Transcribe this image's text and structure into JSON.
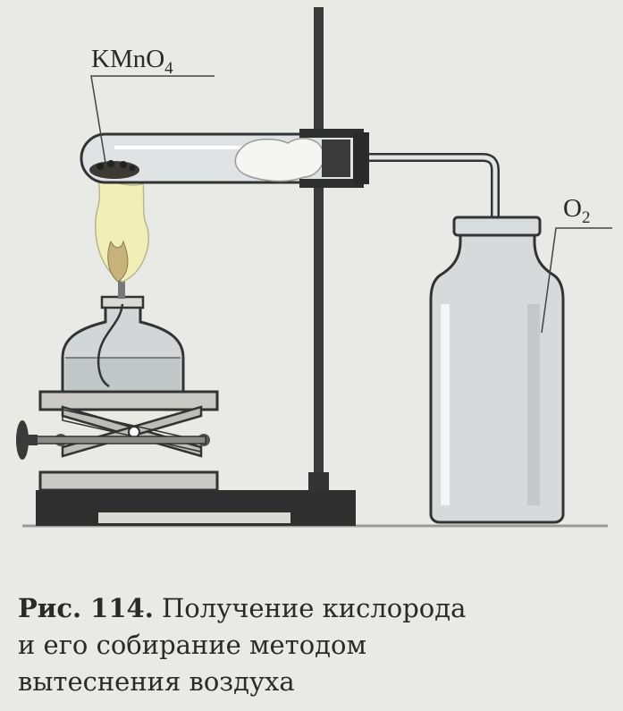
{
  "labels": {
    "reagent_main": "KMnO",
    "reagent_sub": "4",
    "gas_main": "O",
    "gas_sub": "2"
  },
  "caption": {
    "number": "Рис. 114.",
    "line1": "Получение кислорода",
    "line2": "и его собирание методом",
    "line3": "вытеснения воздуха"
  },
  "colors": {
    "ink": "#2a2a2a",
    "glass": "#cfd3d3",
    "background": "#e9e9e6",
    "flame": "#f1efb8"
  }
}
